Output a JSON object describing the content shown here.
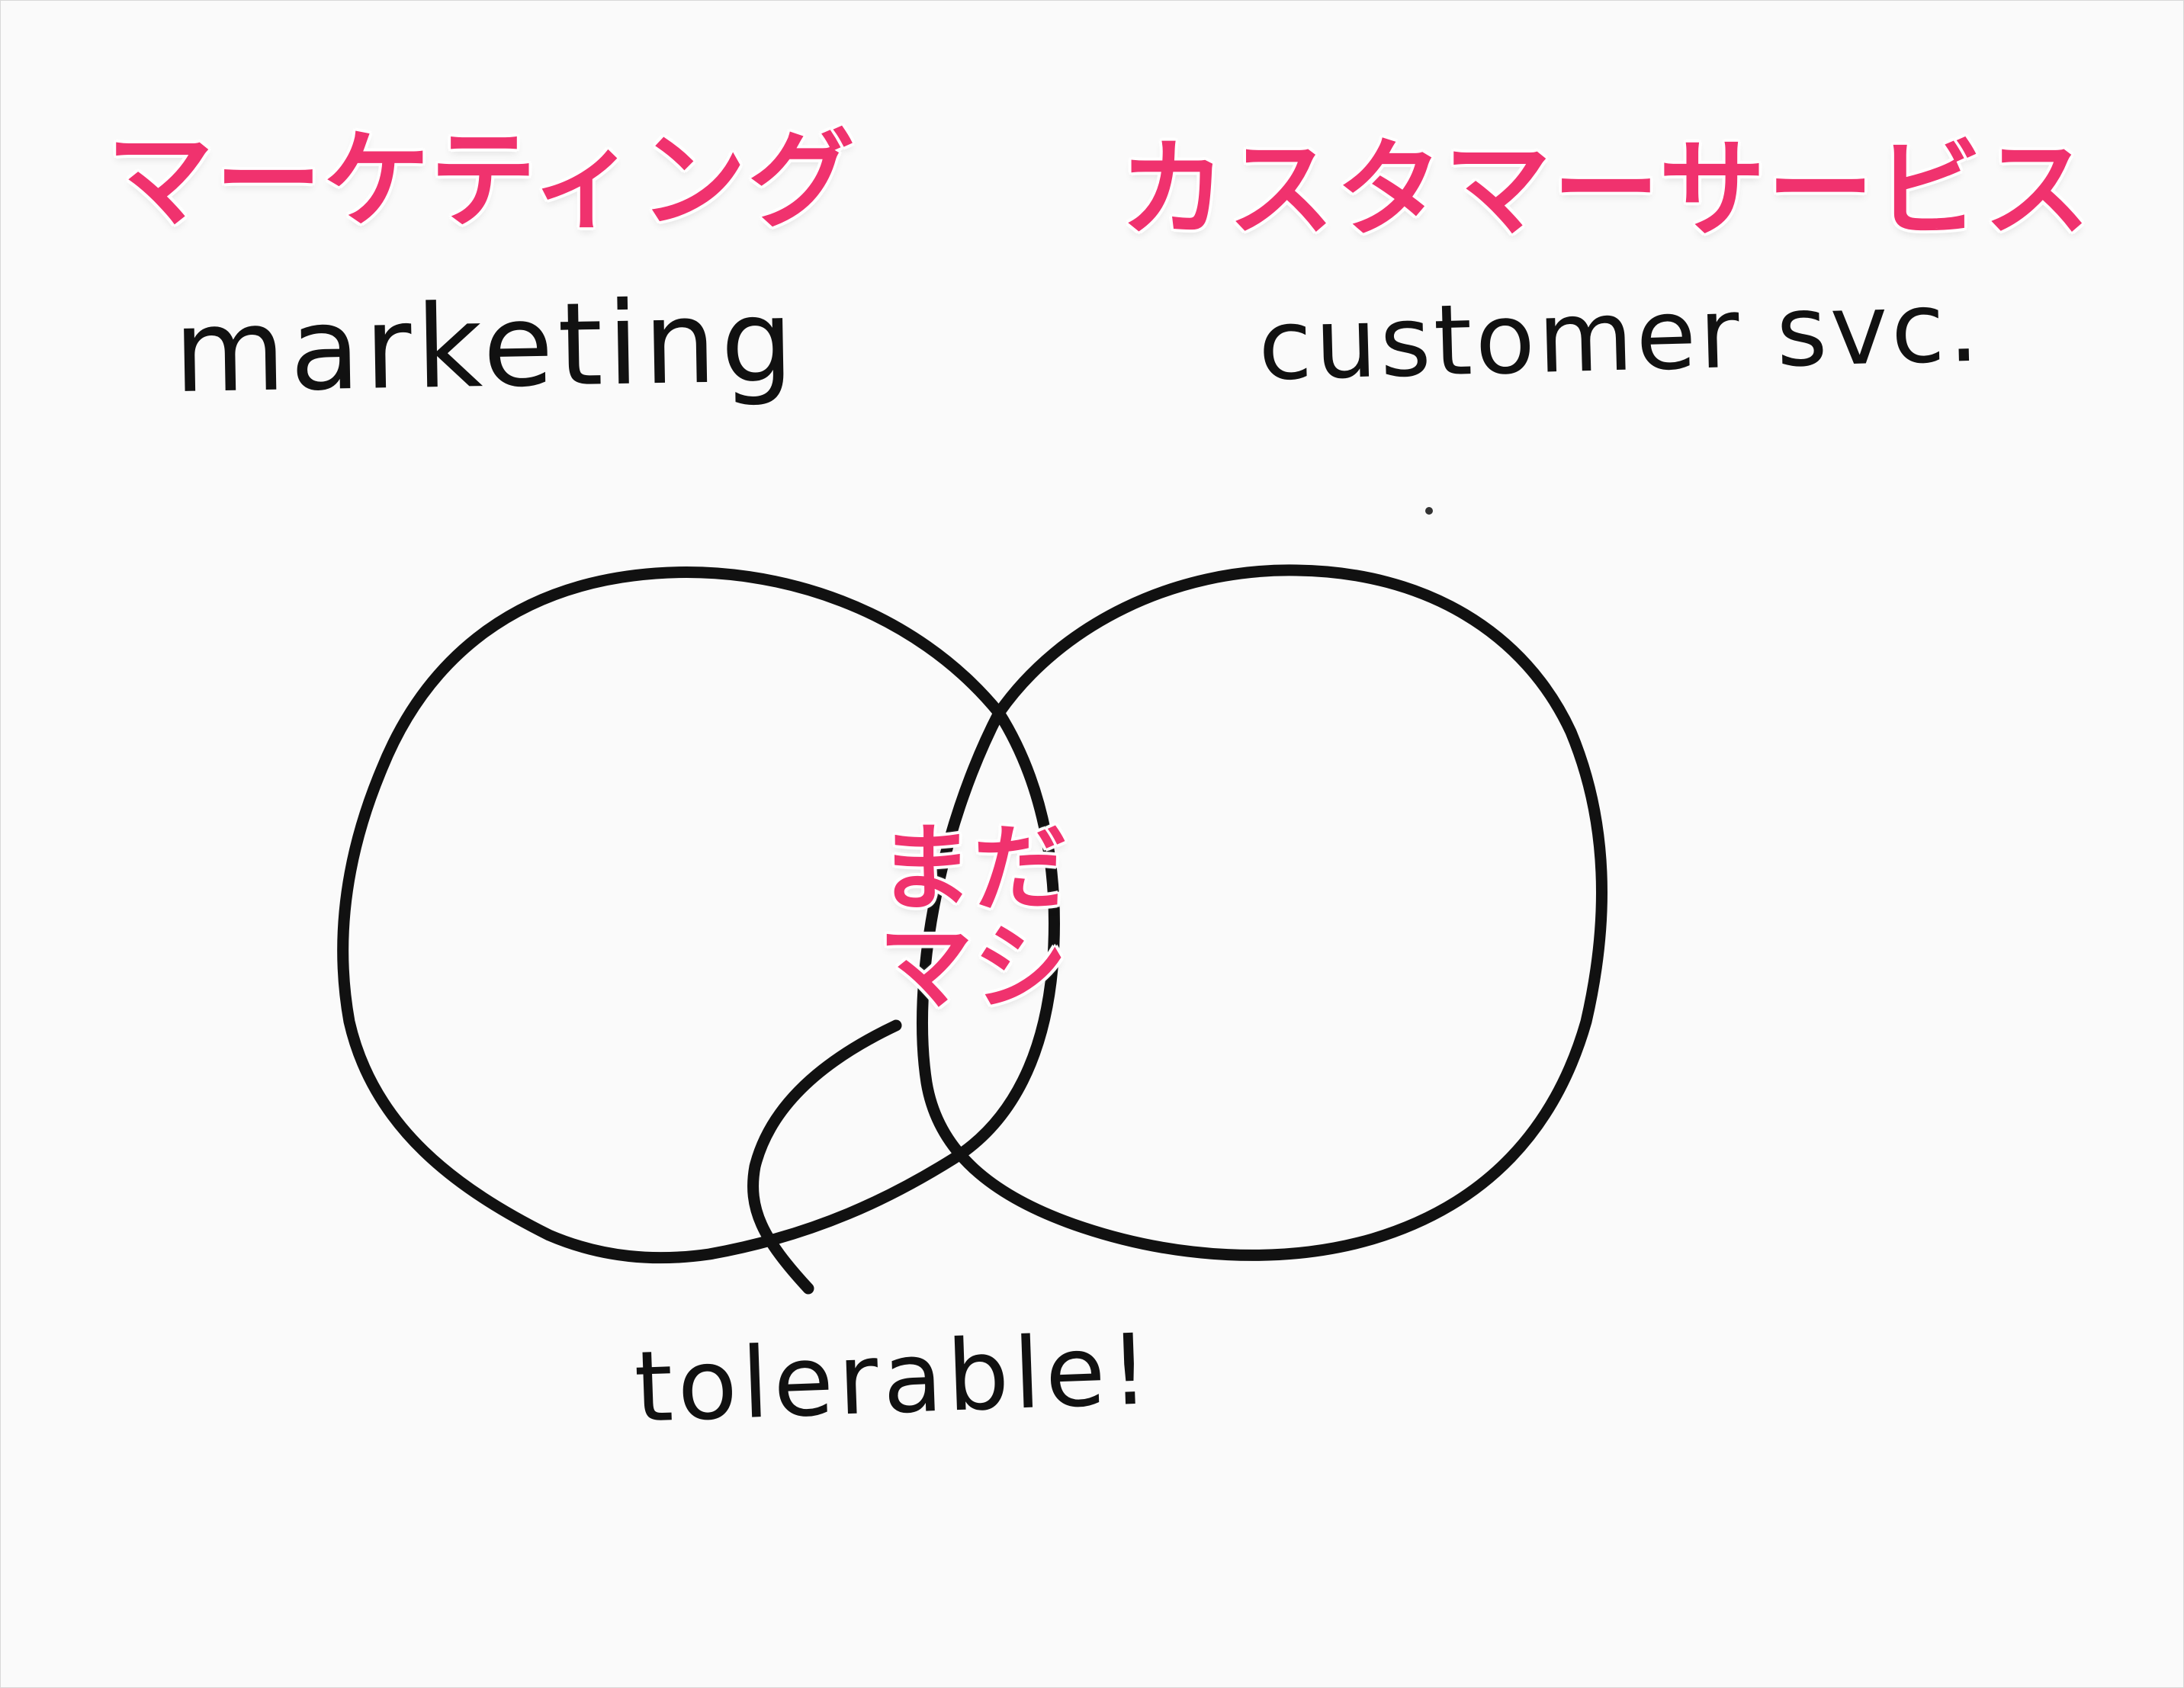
{
  "labels": {
    "marketing_jp": "マーケティング",
    "marketing_en": "marketing",
    "customer_service_jp": "カスタマーサービス",
    "customer_service_en": "customer svc.",
    "overlap_jp": "まだ\nマシ",
    "overlap_en": "tolerable!"
  },
  "colors": {
    "annotation_pink": "#f0326e",
    "ink": "#111111",
    "paper": "#fafafa"
  }
}
